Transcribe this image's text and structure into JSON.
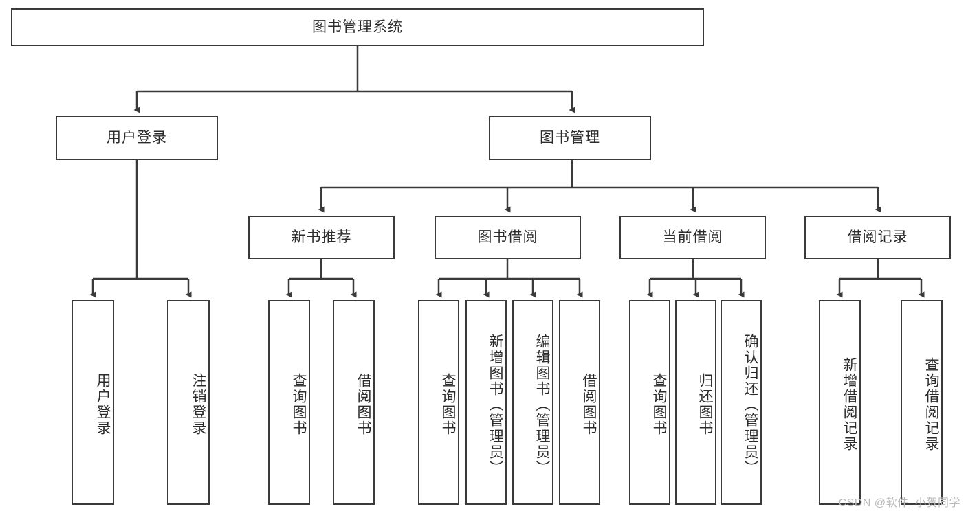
{
  "diagram": {
    "type": "tree-hierarchy",
    "title": "图书管理系统",
    "watermark": "CSDN @软件_小贺同学",
    "colors": {
      "box_border": "#3a3a3a",
      "box_fill": "#ffffff",
      "connector": "#3a3a3a",
      "text": "#2b2b2b",
      "watermark": "#b9b9b9"
    },
    "root": {
      "label": "图书管理系统"
    },
    "level2": [
      {
        "label": "用户登录"
      },
      {
        "label": "图书管理"
      }
    ],
    "level3": [
      {
        "label": "新书推荐"
      },
      {
        "label": "图书借阅"
      },
      {
        "label": "当前借阅"
      },
      {
        "label": "借阅记录"
      }
    ],
    "leaves": {
      "user_login": [
        {
          "label": "用户登录"
        },
        {
          "label": "注销登录"
        }
      ],
      "new_book_recommend": [
        {
          "label": "查询图书"
        },
        {
          "label": "借阅图书"
        }
      ],
      "book_borrow": [
        {
          "label": "查询图书"
        },
        {
          "label": "新增图书（管理员）"
        },
        {
          "label": "编辑图书（管理员）"
        },
        {
          "label": "借阅图书"
        }
      ],
      "current_borrow": [
        {
          "label": "查询图书"
        },
        {
          "label": "归还图书"
        },
        {
          "label": "确认归还（管理员）"
        }
      ],
      "borrow_record": [
        {
          "label": "新增借阅记录"
        },
        {
          "label": "查询借阅记录"
        }
      ]
    }
  }
}
